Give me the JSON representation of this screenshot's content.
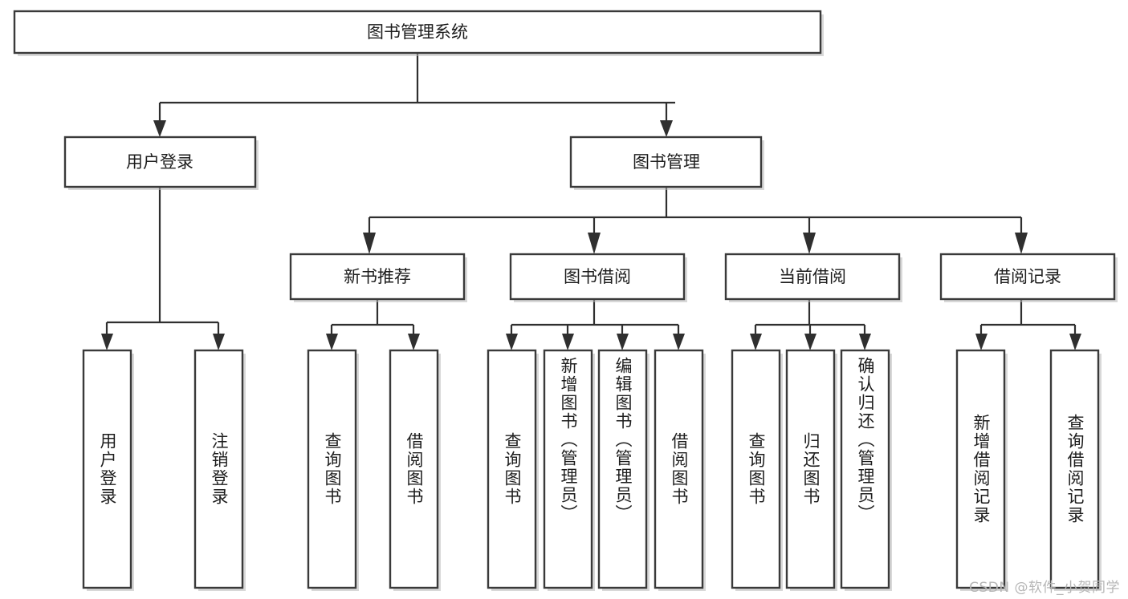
{
  "diagram": {
    "type": "tree-hierarchy",
    "title": "图书管理系统",
    "orientation": "top-down",
    "watermark": "CSDN @软件_小贺同学",
    "root": {
      "id": "root",
      "label": "图书管理系统"
    },
    "level1": [
      {
        "id": "user-login",
        "label": "用户登录"
      },
      {
        "id": "book-manage",
        "label": "图书管理"
      }
    ],
    "level2": [
      {
        "id": "new-book-recommend",
        "label": "新书推荐",
        "parent": "book-manage"
      },
      {
        "id": "book-borrow",
        "label": "图书借阅",
        "parent": "book-manage"
      },
      {
        "id": "current-borrow",
        "label": "当前借阅",
        "parent": "book-manage"
      },
      {
        "id": "borrow-record",
        "label": "借阅记录",
        "parent": "book-manage"
      }
    ],
    "leaves": [
      {
        "id": "leaf-user-login",
        "label": "用户登录",
        "parent": "user-login"
      },
      {
        "id": "leaf-user-logout",
        "label": "注销登录",
        "parent": "user-login"
      },
      {
        "id": "leaf-query-book-1",
        "label": "查询图书",
        "parent": "new-book-recommend"
      },
      {
        "id": "leaf-borrow-book-1",
        "label": "借阅图书",
        "parent": "new-book-recommend"
      },
      {
        "id": "leaf-query-book-2",
        "label": "查询图书",
        "parent": "book-borrow"
      },
      {
        "id": "leaf-add-book",
        "label": "新增图书（管理员）",
        "parent": "book-borrow"
      },
      {
        "id": "leaf-edit-book",
        "label": "编辑图书（管理员）",
        "parent": "book-borrow"
      },
      {
        "id": "leaf-borrow-book-2",
        "label": "借阅图书",
        "parent": "book-borrow"
      },
      {
        "id": "leaf-query-book-3",
        "label": "查询图书",
        "parent": "current-borrow"
      },
      {
        "id": "leaf-return-book",
        "label": "归还图书",
        "parent": "current-borrow"
      },
      {
        "id": "leaf-confirm-return",
        "label": "确认归还（管理员）",
        "parent": "current-borrow"
      },
      {
        "id": "leaf-add-record",
        "label": "新增借阅记录",
        "parent": "borrow-record"
      },
      {
        "id": "leaf-query-record",
        "label": "查询借阅记录",
        "parent": "borrow-record"
      }
    ],
    "colors": {
      "box_stroke": "#3a3a3a",
      "box_fill": "#ffffff",
      "connector": "#2f2f2f",
      "text": "#1d1d1d",
      "watermark": "#b6b6b6",
      "background": "#ffffff"
    }
  }
}
